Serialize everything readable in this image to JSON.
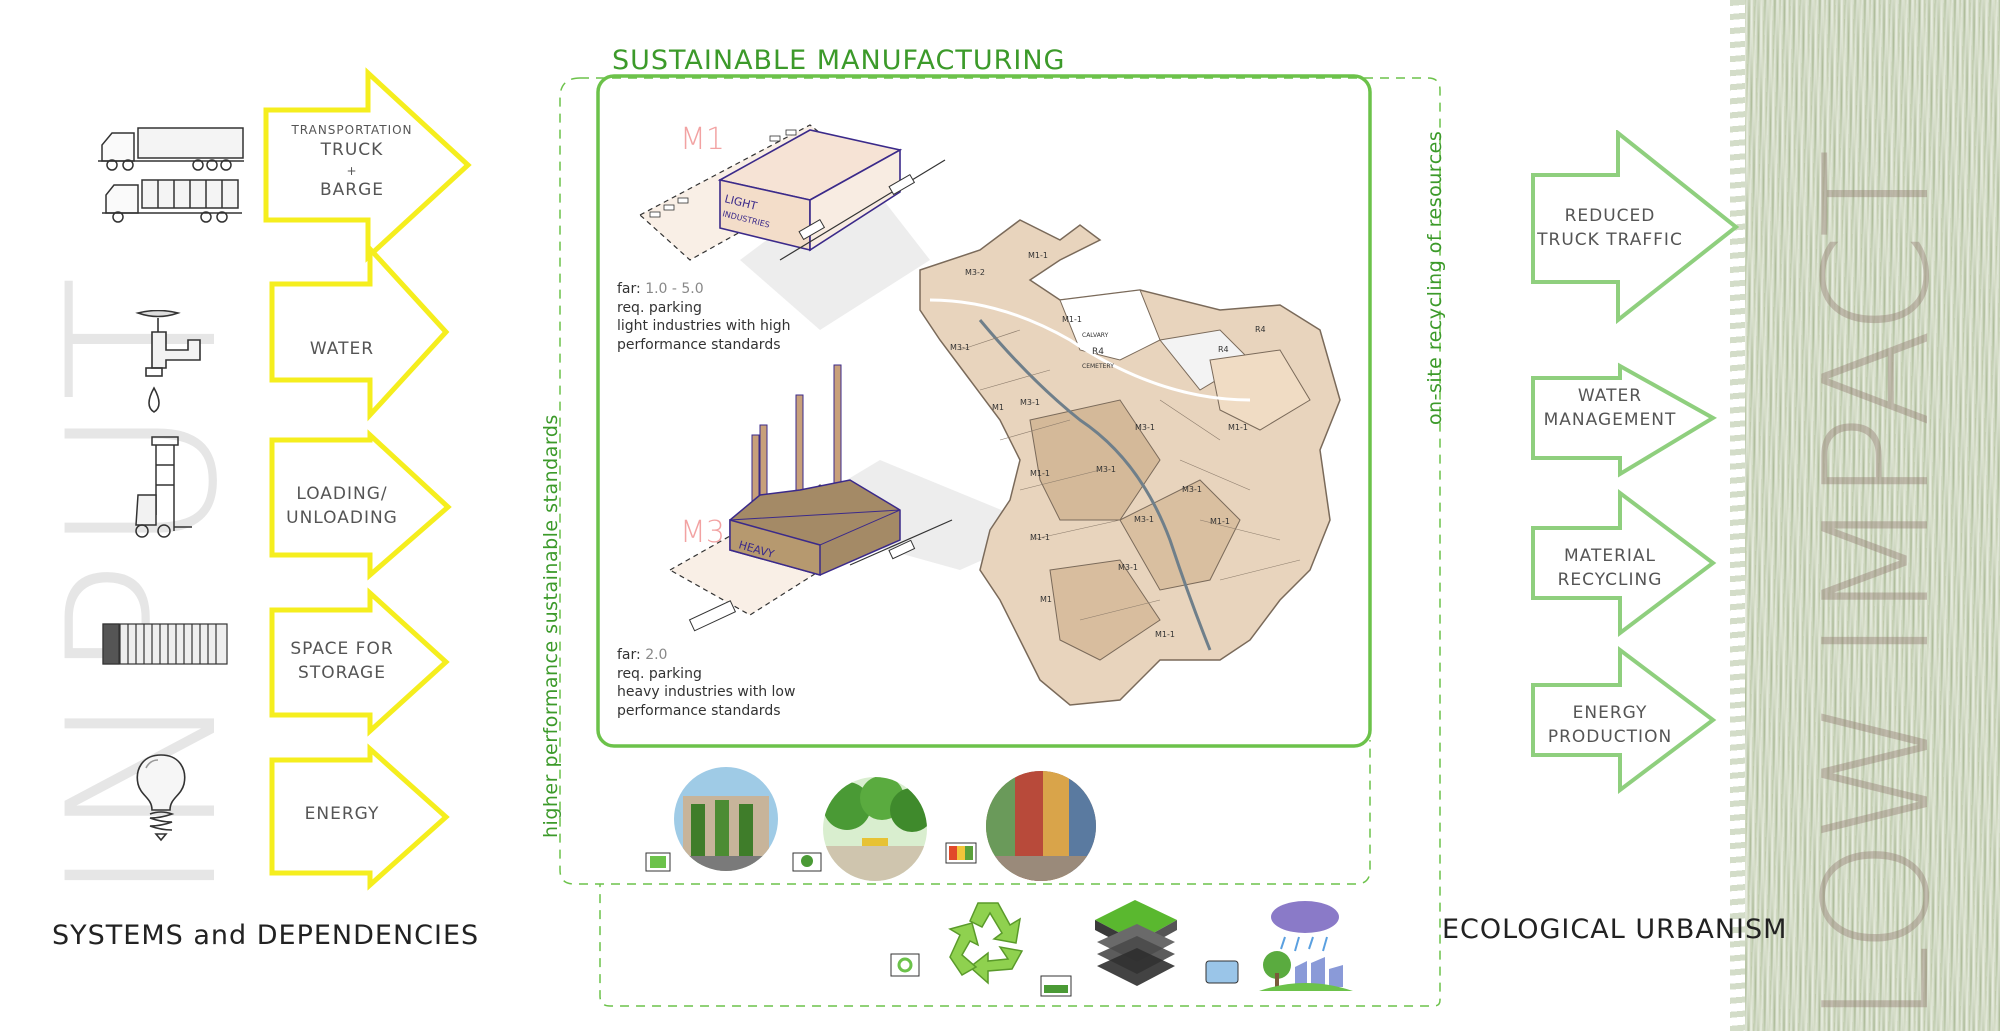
{
  "left": {
    "vertical_word": "INPUT",
    "caption": "SYSTEMS and DEPENDENCIES",
    "arrows": [
      {
        "small": "TRANSPORTATION",
        "line1": "TRUCK",
        "line2": "+",
        "line3": "BARGE"
      },
      {
        "line1": "WATER"
      },
      {
        "line1": "LOADING/",
        "line2": "UNLOADING"
      },
      {
        "line1": "SPACE FOR",
        "line2": "STORAGE"
      },
      {
        "line1": "ENERGY"
      }
    ],
    "arrow_color": "#f5ee1e"
  },
  "center": {
    "title": "SUSTAINABLE MANUFACTURING",
    "left_vertical": "higher performance sustainable standards",
    "right_vertical": "on-site recycling of resources",
    "m1": {
      "label": "M1",
      "building_text1": "LIGHT",
      "building_text2": "INDUSTRIES",
      "far_label": "far:",
      "far_value": "1.0 - 5.0",
      "line2": "req. parking",
      "line3": "light industries with high",
      "line4": "performance standards"
    },
    "m3": {
      "label": "M3",
      "building_text1": "HEAVY",
      "far_label": "far:",
      "far_value": "2.0",
      "line2": "req. parking",
      "line3": "heavy industries with low",
      "line4": "performance standards"
    },
    "map_labels": [
      "M3-2",
      "M1-1",
      "M3-1",
      "M1-1",
      "M3-1",
      "M1",
      "M3-1",
      "M3-1",
      "M1-1",
      "M3-1",
      "M1-1",
      "M3-1",
      "M1-1",
      "M3-1",
      "M1-1",
      "M1",
      "M1-1",
      "R4",
      "R4"
    ],
    "map_place": "CALVARY",
    "map_place_code": "R4",
    "map_place2": "CEMETERY",
    "accent_green": "#6cc24a"
  },
  "right": {
    "vertical_word": "LOW IMPACT",
    "caption": "ECOLOGICAL URBANISM",
    "arrows": [
      {
        "line1": "REDUCED",
        "line2": "TRUCK TRAFFIC"
      },
      {
        "line1": "WATER",
        "line2": "MANAGEMENT"
      },
      {
        "line1": "MATERIAL",
        "line2": "RECYCLING"
      },
      {
        "line1": "ENERGY",
        "line2": "PRODUCTION"
      }
    ],
    "arrow_color": "#8fcf7e"
  }
}
